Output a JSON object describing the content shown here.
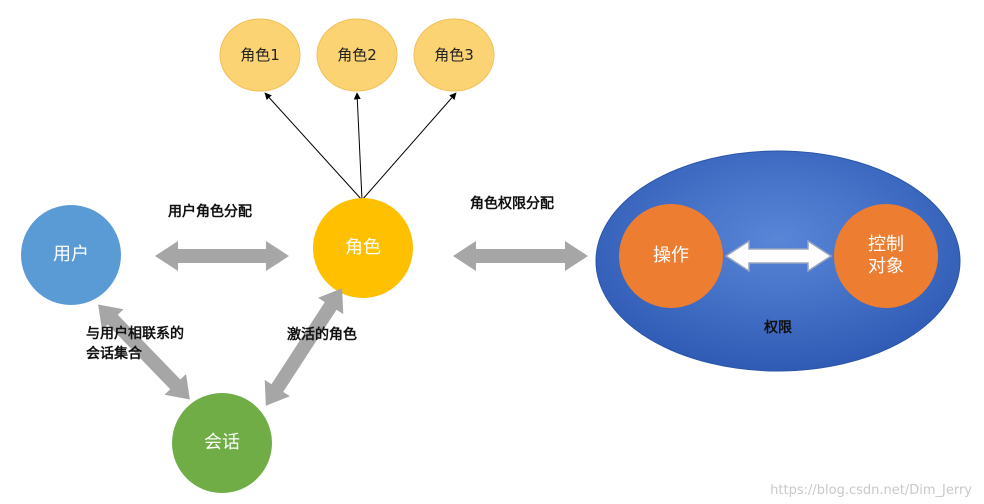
{
  "nodes": {
    "role1": "角色1",
    "role2": "角色2",
    "role3": "角色3",
    "user": "用户",
    "role": "角色",
    "session": "会话",
    "operation": "操作",
    "control_object": "控制\n对象",
    "permission": "权限"
  },
  "labels": {
    "user_role_assign": "用户角色分配",
    "role_perm_assign": "角色权限分配",
    "user_sessions": "与用户相联系的\n会话集合",
    "active_roles": "激活的角色"
  },
  "watermark": "https://blog.csdn.net/Dim_Jerry",
  "colors": {
    "role_small": "#fbd373",
    "user": "#5b9bd5",
    "role": "#ffc000",
    "session": "#70ad47",
    "permission": "#4472c4",
    "orange": "#ed7d31",
    "arrow": "#a6a6a6"
  }
}
